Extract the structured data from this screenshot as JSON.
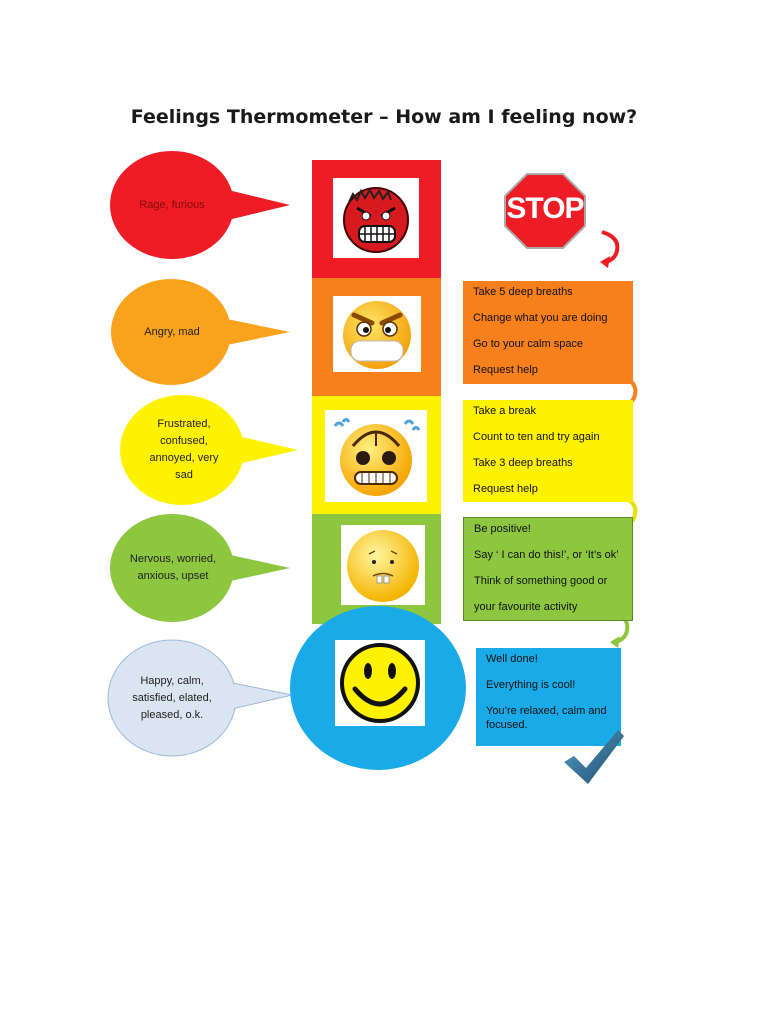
{
  "title": "Feelings Thermometer – How am I feeling now?",
  "colors": {
    "red": "#ee1c24",
    "orange": "#f77f1c",
    "yellow": "#fff200",
    "green": "#8dc63f",
    "blue": "#1aaae8",
    "light_blue": "#dbe5f1"
  },
  "levels": [
    {
      "feelings": "Rage, furious",
      "face": "furious-face-icon",
      "sign": "STOP",
      "actions": []
    },
    {
      "feelings": "Angry, mad",
      "face": "angry-face-icon",
      "actions": [
        "Take 5 deep breaths",
        "Change what you are doing",
        "Go to your calm space",
        "Request help"
      ]
    },
    {
      "feelings": "Frustrated, confused, annoyed, very sad",
      "face": "frustrated-face-icon",
      "actions": [
        "Take a break",
        "Count to ten and try again",
        "Take 3 deep breaths",
        "Request help"
      ]
    },
    {
      "feelings": "Nervous, worried, anxious, upset",
      "face": "nervous-face-icon",
      "actions": [
        "Be  positive!",
        "Say ‘ I can do this!’, or ‘It’s ok’",
        "Think of something good or",
        "your favourite activity"
      ]
    },
    {
      "feelings": "Happy, calm, satisfied, elated, pleased, o.k.",
      "face": "happy-face-icon",
      "actions": [
        "Well done!",
        "Everything is cool!",
        "You’re relaxed, calm and focused."
      ]
    }
  ]
}
